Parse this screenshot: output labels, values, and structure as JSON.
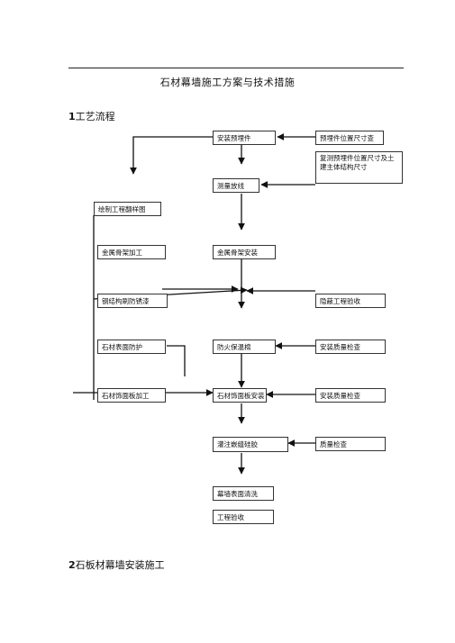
{
  "header": {
    "title": "石材幕墙施工方案与技术措施"
  },
  "sections": [
    {
      "num": "1",
      "label": "工艺流程"
    },
    {
      "num": "2",
      "label": "石板材幕墙安装施工"
    }
  ],
  "flow": {
    "install_embedded": "安装预埋件",
    "embedded_dim_check": "预埋件位置尺寸查",
    "recheck_dims": "复测预埋件位置尺寸及土建主体结构尺寸",
    "survey_layout": "测量放线",
    "draw_drawings": "绘制工程翻样图",
    "frame_processing": "金属骨架加工",
    "frame_install": "金属骨架安装",
    "steel_rustproof": "钢结构刷防锈漆",
    "concealed_acceptance": "隐蔽工程验收",
    "stone_surface_protect": "石材表面防护",
    "fire_insulation": "防火保温棉",
    "install_quality_check_1": "安装质量检查",
    "stone_panel_processing": "石材饰面板加工",
    "stone_panel_install": "石材饰面板安装",
    "install_quality_check_2": "安装质量检查",
    "joint_sealant": "灌注嵌缝硅胶",
    "quality_check": "质量检查",
    "surface_cleaning": "幕墙表面清洗",
    "project_acceptance": "工程验收"
  }
}
